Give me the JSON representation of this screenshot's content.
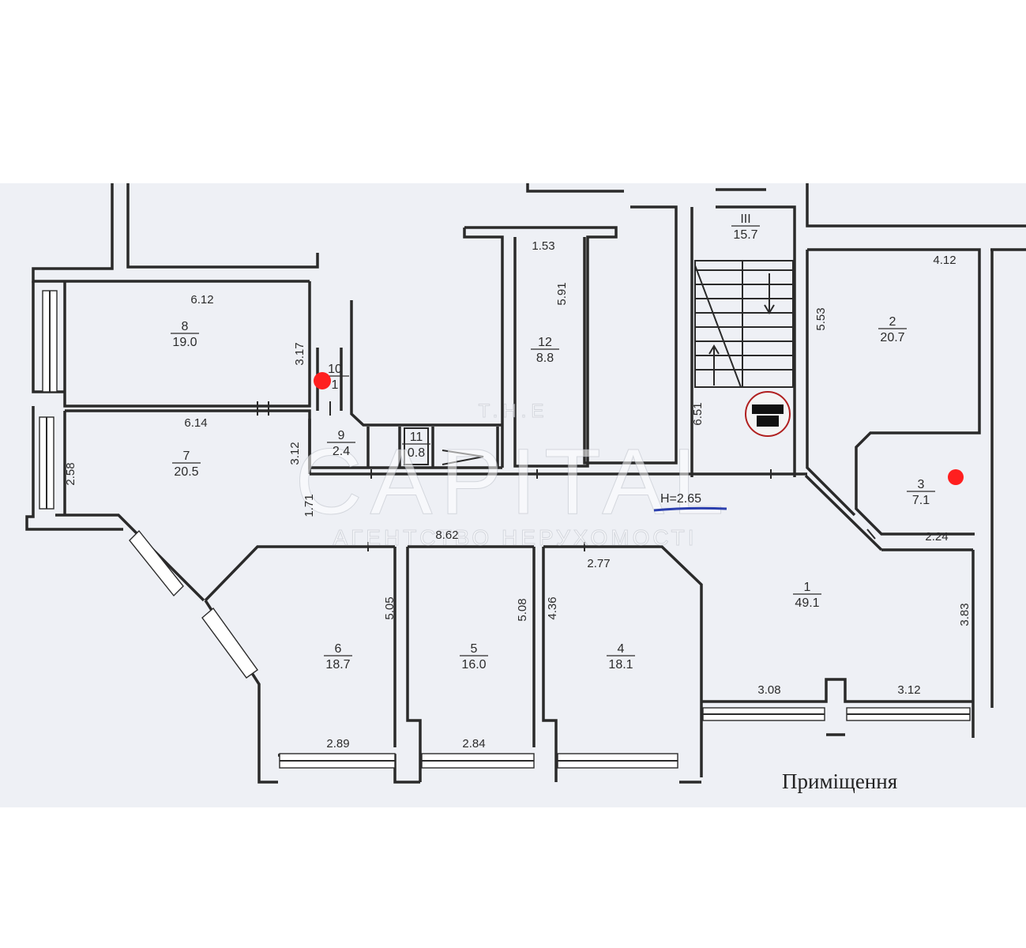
{
  "caption": "Приміщення",
  "ceiling_height": "H=2.65",
  "watermark": {
    "brand_top": "T.H.E",
    "brand": "CAPITAL",
    "tagline": "АГЕНТСТВО НЕРУХОМОСТІ"
  },
  "rooms": [
    {
      "id": "1",
      "area": "49.1"
    },
    {
      "id": "2",
      "area": "20.7"
    },
    {
      "id": "3",
      "area": "7.1"
    },
    {
      "id": "4",
      "area": "18.1"
    },
    {
      "id": "5",
      "area": "16.0"
    },
    {
      "id": "6",
      "area": "18.7"
    },
    {
      "id": "7",
      "area": "20.5"
    },
    {
      "id": "8",
      "area": "19.0"
    },
    {
      "id": "9",
      "area": "2.4"
    },
    {
      "id": "10",
      "area": "1"
    },
    {
      "id": "11",
      "area": "0.8"
    },
    {
      "id": "12",
      "area": "8.8"
    },
    {
      "id": "III",
      "area": "15.7"
    }
  ],
  "dimensions": [
    "6.12",
    "3.17",
    "6.14",
    "3.12",
    "2.58",
    "1.71",
    "8.62",
    "1.53",
    "5.91",
    "6.51",
    "5.53",
    "4.12",
    "2.24",
    "2.77",
    "5.05",
    "5.08",
    "4.36",
    "3.83",
    "3.08",
    "3.12",
    "2.89",
    "2.84"
  ],
  "colors": {
    "marker": "#ff1f1f",
    "underline": "#2b3fae",
    "paper": "#eef0f5"
  },
  "icons": {
    "riser": "pipe-riser-icon",
    "marker": "red-dot-marker"
  }
}
